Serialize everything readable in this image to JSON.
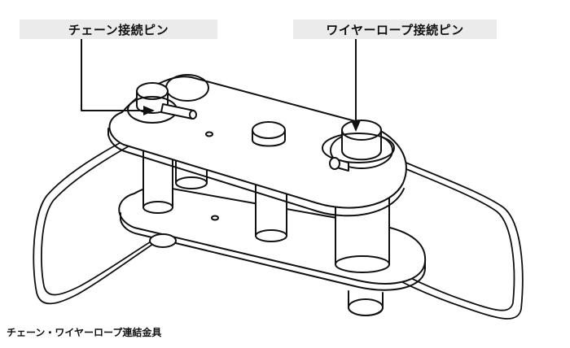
{
  "labels": {
    "chain_pin": "チェーン接続ピン",
    "wire_pin": "ワイヤーロープ接続ピン"
  },
  "caption": "チェーン・ワイヤーロープ連結金具",
  "colors": {
    "label_background": "#ebebeb",
    "line": "#111111",
    "fill": "#ffffff"
  }
}
